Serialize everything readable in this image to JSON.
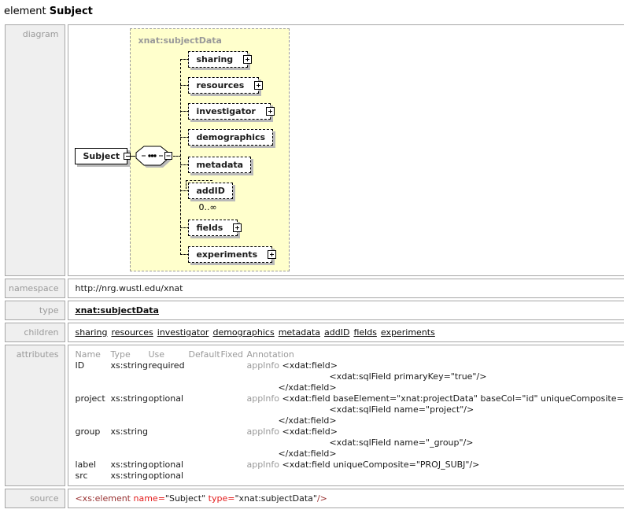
{
  "page": {
    "title_prefix": "element",
    "title_name": "Subject"
  },
  "row_labels": {
    "diagram": "diagram",
    "namespace": "namespace",
    "type": "type",
    "children": "children",
    "attributes": "attributes",
    "source": "source"
  },
  "diagram": {
    "container_label": "xnat:subjectData",
    "root_label": "Subject",
    "children": [
      {
        "label": "sharing",
        "expandable": true
      },
      {
        "label": "resources",
        "expandable": true
      },
      {
        "label": "investigator",
        "expandable": true
      },
      {
        "label": "demographics",
        "expandable": false
      },
      {
        "label": "metadata",
        "expandable": false
      },
      {
        "label": "addID",
        "expandable": false,
        "occurs": "0..∞"
      },
      {
        "label": "fields",
        "expandable": true
      },
      {
        "label": "experiments",
        "expandable": true
      }
    ]
  },
  "namespace": {
    "value": "http://nrg.wustl.edu/xnat"
  },
  "type": {
    "value": "xnat:subjectData"
  },
  "children": {
    "items": [
      "sharing",
      "resources",
      "investigator",
      "demographics",
      "metadata",
      "addID",
      "fields",
      "experiments"
    ]
  },
  "attributes": {
    "headers": [
      "Name",
      "Type",
      "Use",
      "Default",
      "Fixed",
      "Annotation"
    ],
    "appinfo_label": "appInfo",
    "rows": [
      {
        "name": "ID",
        "type": "xs:string",
        "use": "required",
        "lines": [
          "<xdat:field>",
          "<xdat:sqlField primaryKey=\"true\"/>",
          "</xdat:field>"
        ]
      },
      {
        "name": "project",
        "type": "xs:string",
        "use": "optional",
        "lines": [
          "<xdat:field baseElement=\"xnat:projectData\" baseCol=\"id\" uniqueComposite=\"PROJ_SUBJ\">",
          "<xdat:sqlField name=\"project\"/>",
          "</xdat:field>"
        ]
      },
      {
        "name": "group",
        "type": "xs:string",
        "use": "",
        "lines": [
          "<xdat:field>",
          "<xdat:sqlField name=\"_group\"/>",
          "</xdat:field>"
        ]
      },
      {
        "name": "label",
        "type": "xs:string",
        "use": "optional",
        "lines": [
          "<xdat:field uniqueComposite=\"PROJ_SUBJ\"/>"
        ]
      },
      {
        "name": "src",
        "type": "xs:string",
        "use": "optional",
        "lines": []
      }
    ]
  },
  "source": {
    "parts": [
      {
        "text": "<xs:element "
      },
      {
        "text": "name="
      },
      {
        "text": "\"Subject\" "
      },
      {
        "text": "type="
      },
      {
        "text": "\"xnat:subjectData\""
      },
      {
        "text": "/>"
      }
    ]
  },
  "colors": {
    "label_bg": "#efefef",
    "label_text": "#9a9a9a",
    "cell_border": "#a6a6a6",
    "diagram_container_bg": "#ffffcc",
    "box_shadow": "#b9b9b9",
    "source_tag": "#993333",
    "source_attr": "#e31b1b",
    "source_value": "#1a1a1a"
  }
}
